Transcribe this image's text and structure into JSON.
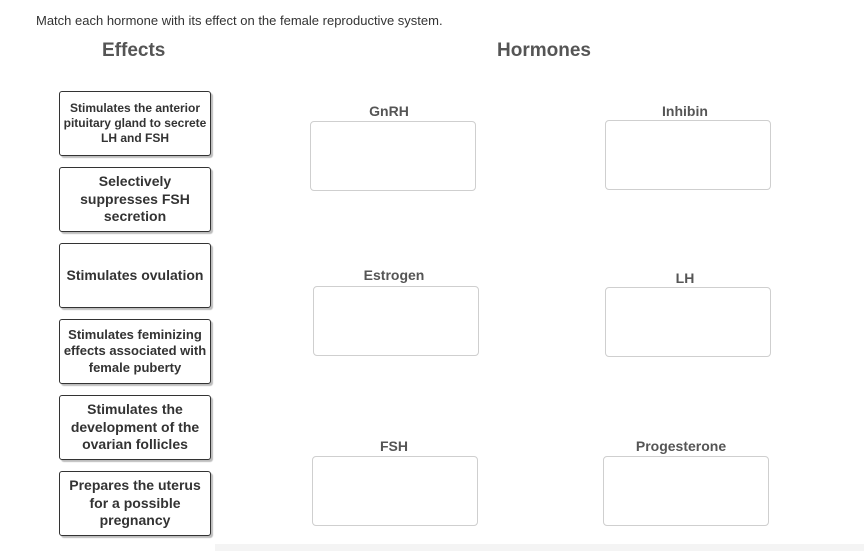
{
  "instructions": "Match each hormone with its effect on the female reproductive system.",
  "headings": {
    "effects": "Effects",
    "hormones": "Hormones"
  },
  "effects": [
    "Stimulates the anterior pituitary gland to secrete LH and FSH",
    "Selectively suppresses FSH secretion",
    "Stimulates ovulation",
    "Stimulates feminizing effects associated with female puberty",
    "Stimulates the development of the ovarian follicles",
    "Prepares the uterus for a possible pregnancy"
  ],
  "hormones": [
    "GnRH",
    "Inhibin",
    "Estrogen",
    "LH",
    "FSH",
    "Progesterone"
  ]
}
